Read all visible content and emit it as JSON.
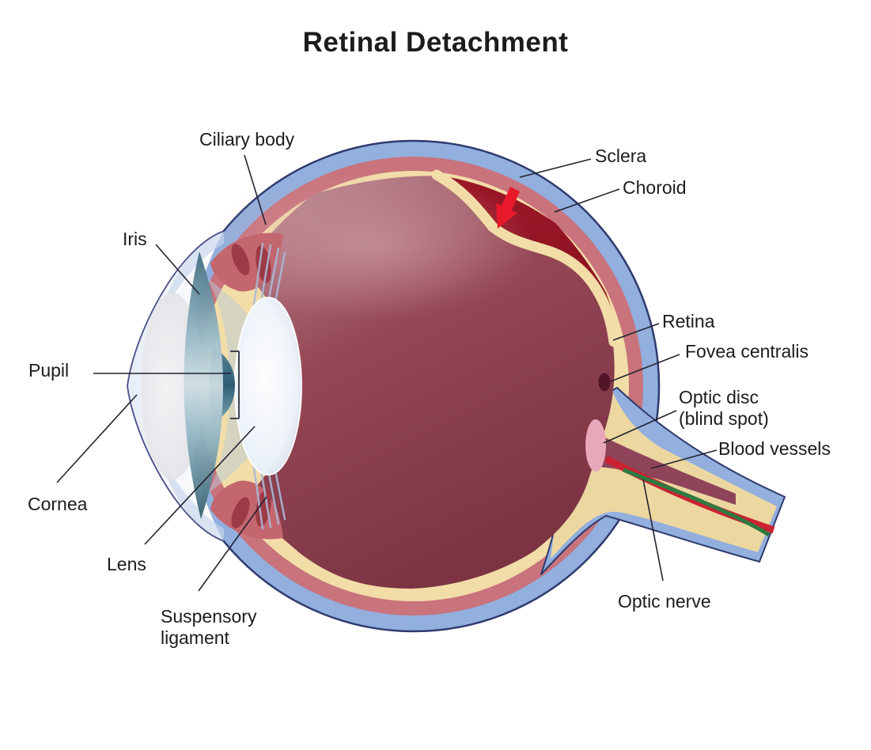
{
  "title": "Retinal Detachment",
  "labels": {
    "ciliary_body": "Ciliary body",
    "iris": "Iris",
    "pupil": "Pupil",
    "cornea": "Cornea",
    "lens": "Lens",
    "suspensory_ligament": "Suspensory ligament",
    "sclera": "Sclera",
    "choroid": "Choroid",
    "retina": "Retina",
    "fovea_centralis": "Fovea centralis",
    "optic_disc": "Optic disc (blind spot)",
    "blood_vessels": "Blood vessels",
    "optic_nerve": "Optic nerve"
  },
  "colors": {
    "sclera-blue": "#92afde",
    "sclera-outline": "#2f3a6e",
    "choroid-pink": "#c9737c",
    "retina-cream": "#f2dda8",
    "nerve-tan": "#ecd7a0",
    "pocket-red": "#8e1322",
    "vitreous-light": "#c1919a",
    "vitreous-mid": "#954755",
    "vitreous-dark": "#7c3444",
    "arrow-red": "#e8192b",
    "lens-blue": "#e9f1fa",
    "iris-teal": "#5d8ba0",
    "optic-disc-pink": "#e9a8ba",
    "fovea-maroon": "#521426",
    "vessel-red": "#cb2233",
    "vessel-green": "#2e7a40",
    "vessel-sheath-maroon": "#8e4459",
    "ciliary-red": "#c4666e",
    "label-text": "#1c1c1c"
  }
}
